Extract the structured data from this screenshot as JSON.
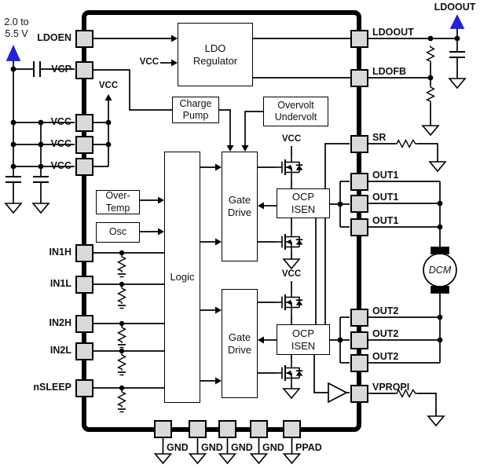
{
  "labels": {
    "supply": "2.0 to\n5.5 V",
    "vcc": "VCC",
    "ldoout_rail": "LDOOUT",
    "motor": "DCM"
  },
  "blocks": {
    "ldo_regulator": "LDO\nRegulator",
    "charge_pump": "Charge\nPump",
    "overvolt_undervolt": "Overvolt\nUndervolt",
    "over_temp": "Over-\nTemp",
    "osc": "Osc",
    "logic": "Logic",
    "gate_drive_1": "Gate\nDrive",
    "gate_drive_2": "Gate\nDrive",
    "ocp_isen_1": "OCP\nISEN",
    "ocp_isen_2": "OCP\nISEN"
  },
  "pins": {
    "left": [
      {
        "label": "LDOEN"
      },
      {
        "label": "VCP"
      },
      {
        "label": "VCC"
      },
      {
        "label": "VCC"
      },
      {
        "label": "VCC"
      },
      {
        "label": "IN1H"
      },
      {
        "label": "IN1L"
      },
      {
        "label": "IN2H"
      },
      {
        "label": "IN2L"
      },
      {
        "label": "nSLEEP"
      }
    ],
    "right": [
      {
        "label": "LDOOUT"
      },
      {
        "label": "LDOFB"
      },
      {
        "label": "SR"
      },
      {
        "label": "OUT1"
      },
      {
        "label": "OUT1"
      },
      {
        "label": "OUT1"
      },
      {
        "label": "OUT2"
      },
      {
        "label": "OUT2"
      },
      {
        "label": "OUT2"
      },
      {
        "label": "VPROPI"
      }
    ],
    "bottom": [
      {
        "label": "GND"
      },
      {
        "label": "GND"
      },
      {
        "label": "GND"
      },
      {
        "label": "GND"
      },
      {
        "label": "PPAD"
      }
    ]
  },
  "colors": {
    "supply_arrow_blue": "#2323d2",
    "pin_fill": "#d9d9d9",
    "wire": "#000000"
  }
}
